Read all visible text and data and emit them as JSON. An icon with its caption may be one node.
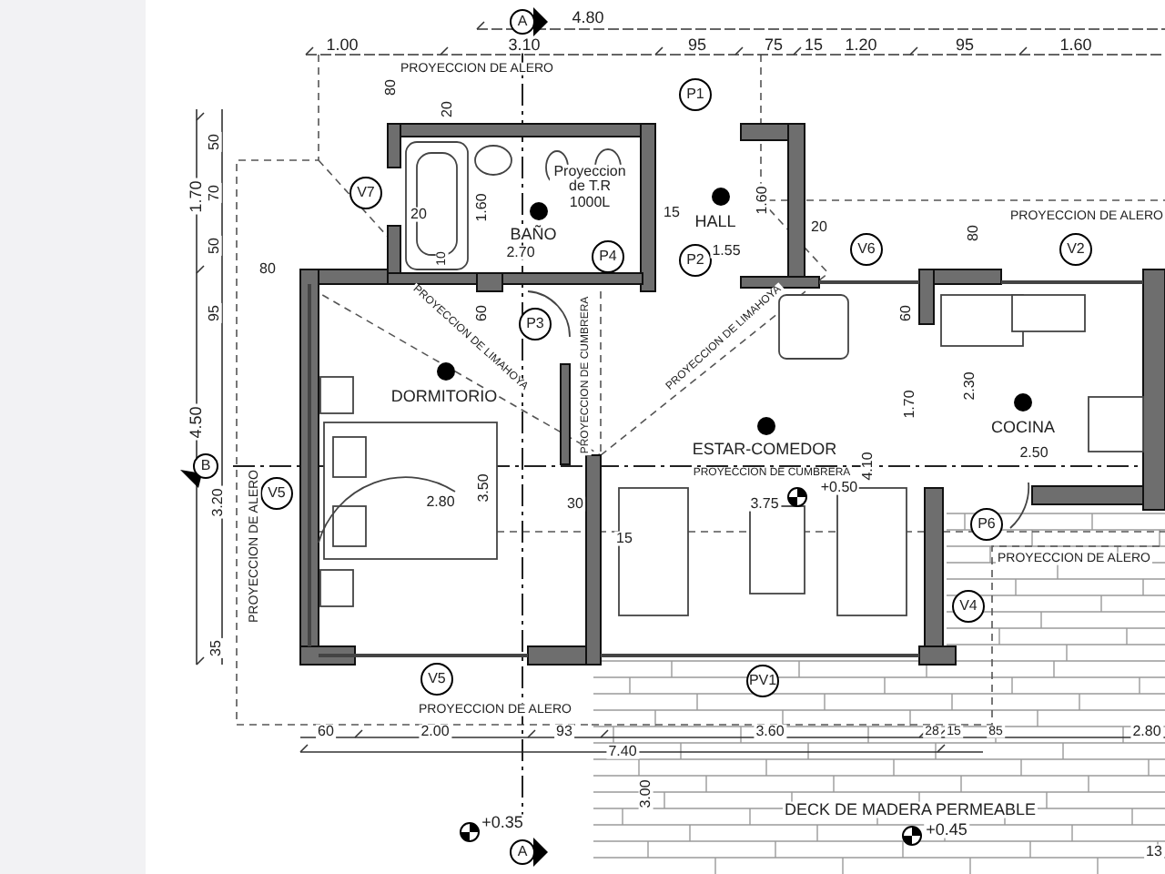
{
  "diagram": {
    "nodes": [
      {
        "text": [
          "A"
        ]
      },
      {
        "text": [
          "P1"
        ]
      },
      {
        "text": [
          "V7"
        ]
      },
      {
        "text": [
          "V6"
        ]
      },
      {
        "text": [
          "V2"
        ]
      },
      {
        "text": [
          "P4"
        ]
      },
      {
        "text": [
          "P2"
        ]
      },
      {
        "text": [
          "P3"
        ]
      },
      {
        "text": [
          "B"
        ]
      },
      {
        "text": [
          "V5"
        ]
      },
      {
        "text": [
          "P6"
        ]
      },
      {
        "text": [
          "V4"
        ]
      },
      {
        "text": [
          "V5"
        ]
      },
      {
        "text": [
          "PV1"
        ]
      },
      {
        "text": [
          "A"
        ]
      }
    ],
    "labels": [
      "4.80",
      "1.00",
      "3.10",
      "95",
      "75",
      "15",
      "1.20",
      "95",
      "1.60",
      "PROYECCION DE ALERO",
      "80",
      "20",
      "50",
      "1.70",
      "70",
      "20",
      "1.60",
      "Proyeccion de T.R 1000L",
      "15",
      "HALL",
      "1.60",
      "PROYECCION DE ALERO",
      "BAÑO",
      "20",
      "80",
      "50",
      "10",
      "2.70",
      "1.55",
      "80",
      "PROYECCION DE LIMAHOYA",
      "PROYECCION DE LIMAHOYA",
      "95",
      "60",
      "60",
      "PROYECCION DE CUMBRERA",
      "DORMITORIO",
      "2.30",
      "1.70",
      "4.50",
      "COCINA",
      "ESTAR-COMEDOR",
      "2.50",
      "4.10",
      "PROYECCION DE CUMBRERA",
      "3.20",
      "+0.50",
      "3.50",
      "2.80",
      "30",
      "3.75",
      "15",
      "PROYECCION DE ALERO",
      "PROYECCION DE ALERO",
      "35",
      "PROYECCION DE ALERO",
      "60",
      "2.00",
      "93",
      "3.60",
      "28",
      "15",
      "85",
      "2.80",
      "7.40",
      "3.00",
      "+0.35",
      "DECK DE MADERA PERMEABLE",
      "+0.45",
      "13"
    ]
  }
}
